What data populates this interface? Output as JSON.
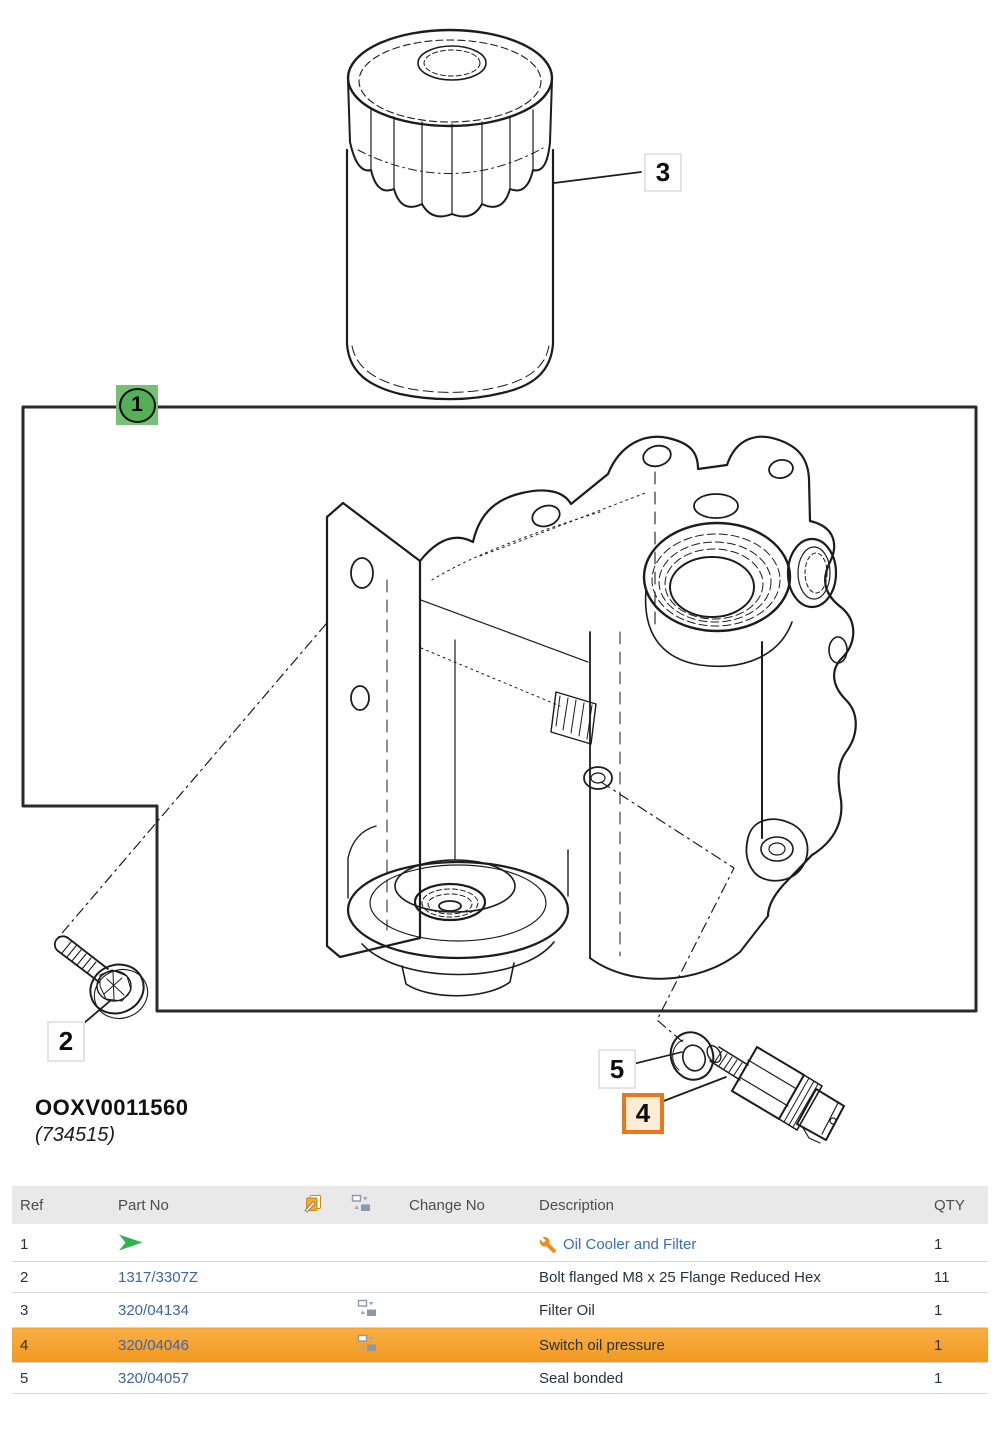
{
  "diagram": {
    "callouts": {
      "c1": "1",
      "c2": "2",
      "c3": "3",
      "c4": "4",
      "c5": "5"
    },
    "part_code": "OOXV0011560",
    "part_code_secondary": "(734515)"
  },
  "colors": {
    "callout_badge_green": "#74c274",
    "highlight_row_orange": "#f5a12b",
    "callout4_border_orange": "#e8781e",
    "part_link_blue": "#3d64a8",
    "assembly_link_blue": "#3a6bc8",
    "arrow_green": "#2eb34d",
    "wrench_orange": "#ef8c1a"
  },
  "table": {
    "headers": {
      "ref": "Ref",
      "part_no": "Part No",
      "change_no": "Change No",
      "description": "Description",
      "qty": "QTY"
    },
    "header_icons": [
      "remarks-icon",
      "tree-icon"
    ],
    "rows": [
      {
        "ref": "1",
        "part_no": "",
        "change_no": "",
        "description": "Oil Cooler and Filter",
        "qty": "1"
      },
      {
        "ref": "2",
        "part_no": "1317/3307Z",
        "change_no": "",
        "description": "Bolt flanged M8 x 25 Flange Reduced Hex",
        "qty": "11"
      },
      {
        "ref": "3",
        "part_no": "320/04134",
        "change_no": "",
        "description": "Filter Oil",
        "qty": "1"
      },
      {
        "ref": "4",
        "part_no": "320/04046",
        "change_no": "",
        "description": "Switch oil pressure",
        "qty": "1"
      },
      {
        "ref": "5",
        "part_no": "320/04057",
        "change_no": "",
        "description": "Seal bonded",
        "qty": "1"
      }
    ]
  }
}
